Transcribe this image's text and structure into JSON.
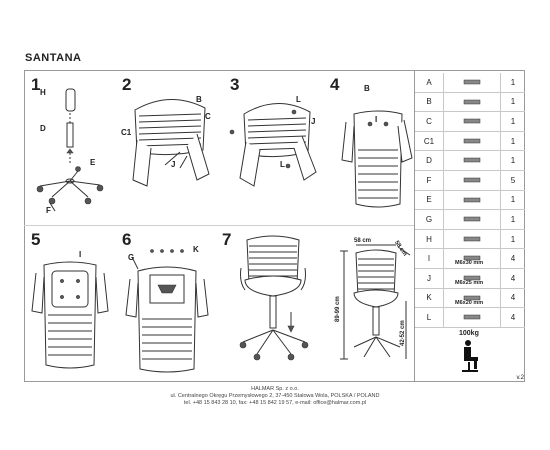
{
  "title": "SANTANA",
  "steps": [
    "1",
    "2",
    "3",
    "4",
    "5",
    "6",
    "7"
  ],
  "step1_labels": {
    "h": "H",
    "d": "D",
    "e": "E",
    "f": "F"
  },
  "step2_labels": {
    "b": "B",
    "c": "C",
    "c1": "C1",
    "j": "J"
  },
  "step3_labels": {
    "l_top": "L",
    "j": "J",
    "l_bottom": "L"
  },
  "step4_labels": {
    "b": "B",
    "i": "I"
  },
  "step5_labels": {
    "i": "I"
  },
  "step6_labels": {
    "g": "G",
    "k": "K"
  },
  "dimensions": {
    "width_top": "58 cm",
    "depth_side": "58 cm",
    "height_total": "89-99 cm",
    "seat_height": "42-52 cm"
  },
  "parts": [
    {
      "letter": "A",
      "qty": "1",
      "note": "",
      "icon": "seat-cushion-icon"
    },
    {
      "letter": "B",
      "qty": "1",
      "note": "",
      "icon": "backrest-icon"
    },
    {
      "letter": "C",
      "qty": "1",
      "note": "",
      "icon": "armrest-icon"
    },
    {
      "letter": "C1",
      "qty": "1",
      "note": "",
      "icon": "armrest-icon"
    },
    {
      "letter": "D",
      "qty": "1",
      "note": "",
      "icon": "gas-lift-icon"
    },
    {
      "letter": "F",
      "qty": "5",
      "note": "",
      "icon": "caster-icon"
    },
    {
      "letter": "E",
      "qty": "1",
      "note": "",
      "icon": "star-base-icon"
    },
    {
      "letter": "G",
      "qty": "1",
      "note": "",
      "icon": "mechanism-icon"
    },
    {
      "letter": "H",
      "qty": "1",
      "note": "",
      "icon": "cover-icon"
    },
    {
      "letter": "I",
      "qty": "4",
      "note": "M6x30 mm",
      "icon": "bolt-icon"
    },
    {
      "letter": "J",
      "qty": "4",
      "note": "M6x25 mm",
      "icon": "bolt-icon"
    },
    {
      "letter": "K",
      "qty": "4",
      "note": "M6x20 mm",
      "icon": "bolt-icon"
    },
    {
      "letter": "L",
      "qty": "4",
      "note": "",
      "icon": "washer-icon"
    }
  ],
  "max_load": "100kg",
  "version": "v.2",
  "footer": {
    "company": "HALMAR Sp. z o.o.",
    "address": "ul. Centralnego Okręgu Przemysłowego 2, 37-450 Stalowa Wola, POLSKA / POLAND",
    "contact": "tel. +48 15 843 28 10, fax: +48 15 842 19 57, e-mail: office@halmar.com.pl"
  }
}
